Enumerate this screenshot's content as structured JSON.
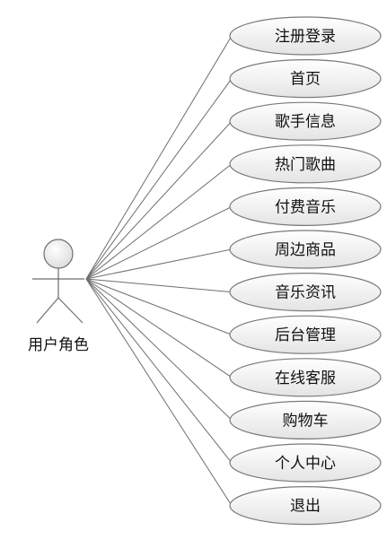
{
  "actor": {
    "name": "用户角色"
  },
  "use_cases": [
    {
      "label": "注册登录"
    },
    {
      "label": "首页"
    },
    {
      "label": "歌手信息"
    },
    {
      "label": "热门歌曲"
    },
    {
      "label": "付费音乐"
    },
    {
      "label": "周边商品"
    },
    {
      "label": "音乐资讯"
    },
    {
      "label": "后台管理"
    },
    {
      "label": "在线客服"
    },
    {
      "label": "购物车"
    },
    {
      "label": "个人中心"
    },
    {
      "label": "退出"
    }
  ],
  "colors": {
    "line": "#6e6e6e",
    "ellipse_stroke": "#7a7a7a",
    "ellipse_fill_top": "#ffffff",
    "ellipse_fill_bottom": "#e6e6e6",
    "actor_stroke": "#6e6e6e",
    "actor_fill": "#eaeaea"
  }
}
